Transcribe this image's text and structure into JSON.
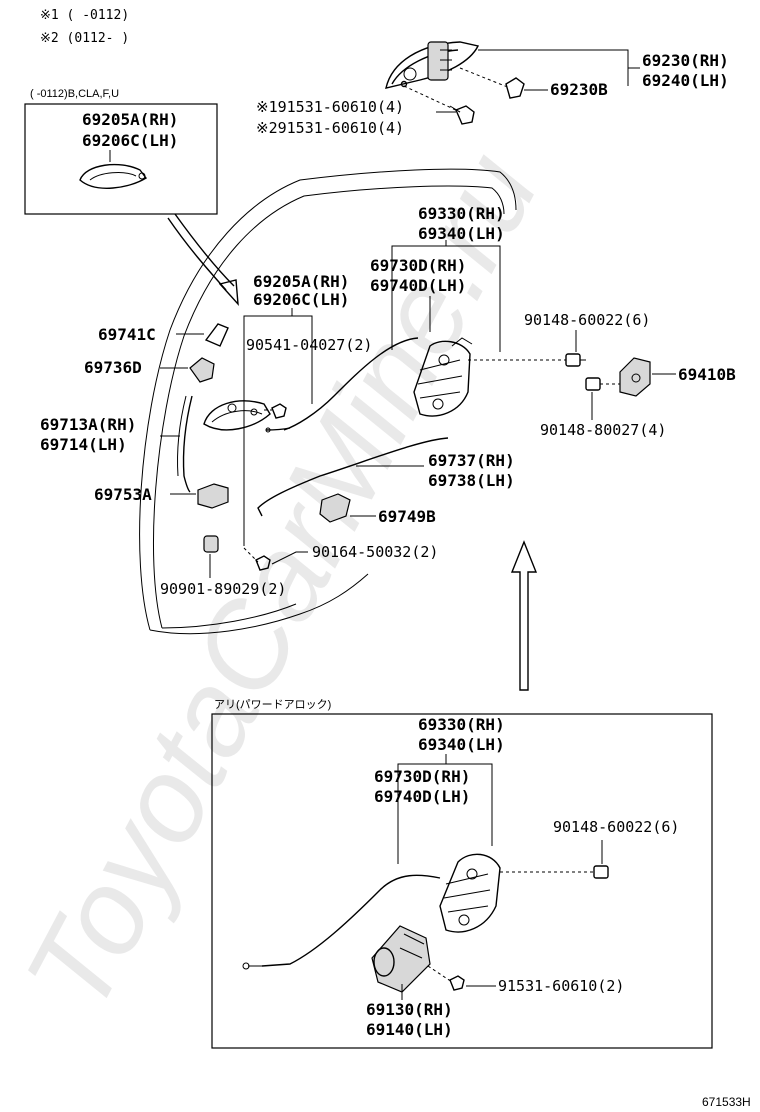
{
  "notes": {
    "n1": "※1 (      -0112)",
    "n2": "※2 (0112-      )"
  },
  "inset_box": {
    "caption": "(      -0112)B,CLA,F,U",
    "parts": [
      "69205A(RH)",
      "69206C(LH)"
    ]
  },
  "labels": {
    "p69230": [
      "69230(RH)",
      "69240(LH)"
    ],
    "p69230B": "69230B",
    "s1": "※191531-60610(4)",
    "s2": "※291531-60610(4)",
    "p69330": [
      "69330(RH)",
      "69340(LH)"
    ],
    "p69730": [
      "69730D(RH)",
      "69740D(LH)"
    ],
    "p69205": [
      "69205A(RH)",
      "69206C(LH)"
    ],
    "p69741C": "69741C",
    "p90541": "90541-04027(2)",
    "p90148a": "90148-60022(6)",
    "p69736D": "69736D",
    "p69410B": "69410B",
    "p69713": [
      "69713A(RH)",
      "69714(LH)"
    ],
    "p90148b": "90148-80027(4)",
    "p69737": [
      "69737(RH)",
      "69738(LH)"
    ],
    "p69753A": "69753A",
    "p69749B": "69749B",
    "p90164": "90164-50032(2)",
    "p90901": "90901-89029(2)"
  },
  "lower_box": {
    "caption": "アリ(パワードアロック)",
    "p69330": [
      "69330(RH)",
      "69340(LH)"
    ],
    "p69730": [
      "69730D(RH)",
      "69740D(LH)"
    ],
    "p90148": "90148-60022(6)",
    "p91531": "91531-60610(2)",
    "p69130": [
      "69130(RH)",
      "69140(LH)"
    ]
  },
  "watermark": "ToyotaCarMine.ru",
  "diagram_code": "671533H"
}
